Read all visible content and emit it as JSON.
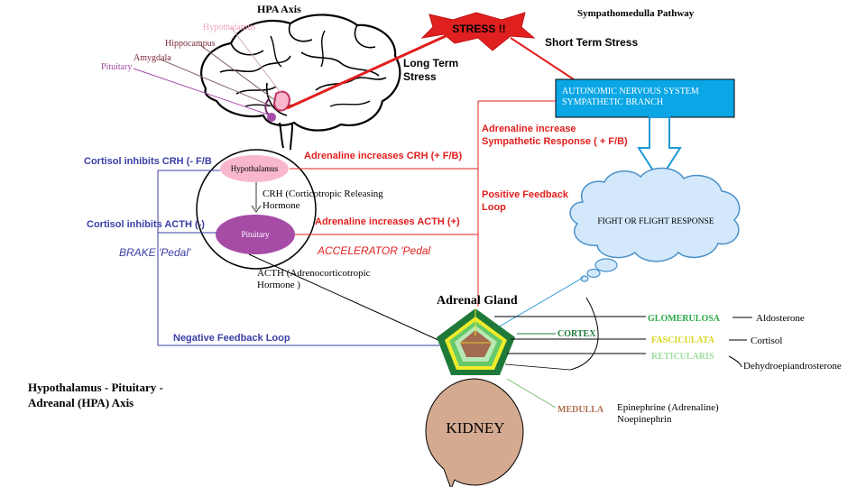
{
  "titles": {
    "hpa_axis": "HPA Axis",
    "sympathomedulla": "Sympathomedulla Pathway",
    "main_title_line1": "Hypothalamus - Pituitary -",
    "main_title_line2": "Adreanal (HPA) Axis"
  },
  "brain_labels": {
    "hypothalamus": "Hypothalamus",
    "hippocampus": "Hippocampus",
    "amygdala": "Amygdala",
    "pituitary": "Pituitary"
  },
  "stress": {
    "label": "STRESS !!",
    "long_term_line1": "Long Term",
    "long_term_line2": "Stress",
    "short_term": "Short Term Stress"
  },
  "ans": {
    "line1": "AUTONOMIC NERVOUS SYSTEM",
    "line2": "SYMPATHETIC BRANCH"
  },
  "fight_flight": "FIGHT OR FLIGHT RESPONSE",
  "hpa": {
    "hypothalamus": "Hypothalamus",
    "pituitary": "Pituitary",
    "crh_line1": "CRH (Corticotropic Releasing",
    "crh_line2": "Hormone",
    "acth_line1": "ACTH (Adrenocorticotropic",
    "acth_line2": "Hormone )"
  },
  "feedback": {
    "cortisol_crh": "Cortisol inhibits CRH (- F/B",
    "cortisol_acth": "Cortisol inhibits ACTH (-)",
    "brake": "BRAKE 'Pedal'",
    "negative_loop": "Negative Feedback Loop",
    "adrenaline_crh": "Adrenaline increases CRH (+ F/B)",
    "adrenaline_acth": "Adrenaline increases ACTH (+)",
    "accelerator": "ACCELERATOR 'Pedal",
    "adrenaline_symp_line1": "Adrenaline increase",
    "adrenaline_symp_line2": "Sympathetic Response ( + F/B)",
    "positive_line1": "Positive Feedback",
    "positive_line2": "Loop"
  },
  "adrenal": {
    "title": "Adrenal Gland",
    "cortex": "CORTEX",
    "glomerulosa": "GLOMERULOSA",
    "fasciculata": "FASCICULATA",
    "reticularis": "RETICULARIS",
    "medulla": "MEDULLA",
    "aldosterone": "Aldosterone",
    "cortisol": "Cortisol",
    "dhea": "Dehydroepiandrosterone",
    "epinephrine": "Epinephrine (Adrenaline)",
    "norepinephrine": "Noepinephrin"
  },
  "kidney": "KIDNEY",
  "colors": {
    "red": "#e0201f",
    "blue": "#3b3fa6",
    "ans_box": "#0aa6e6",
    "cloud": "#d3e8fb",
    "hypothalamus": "#f8b6cf",
    "pituitary": "#a64ca6",
    "kidney": "#d4aa91",
    "pentagon_outer": "#1f7a3a",
    "pentagon_yellow": "#f0ec2a",
    "pentagon_green": "#66c96a",
    "pentagon_pale": "#b8e8b4",
    "pentagon_core": "#a26a4e"
  }
}
